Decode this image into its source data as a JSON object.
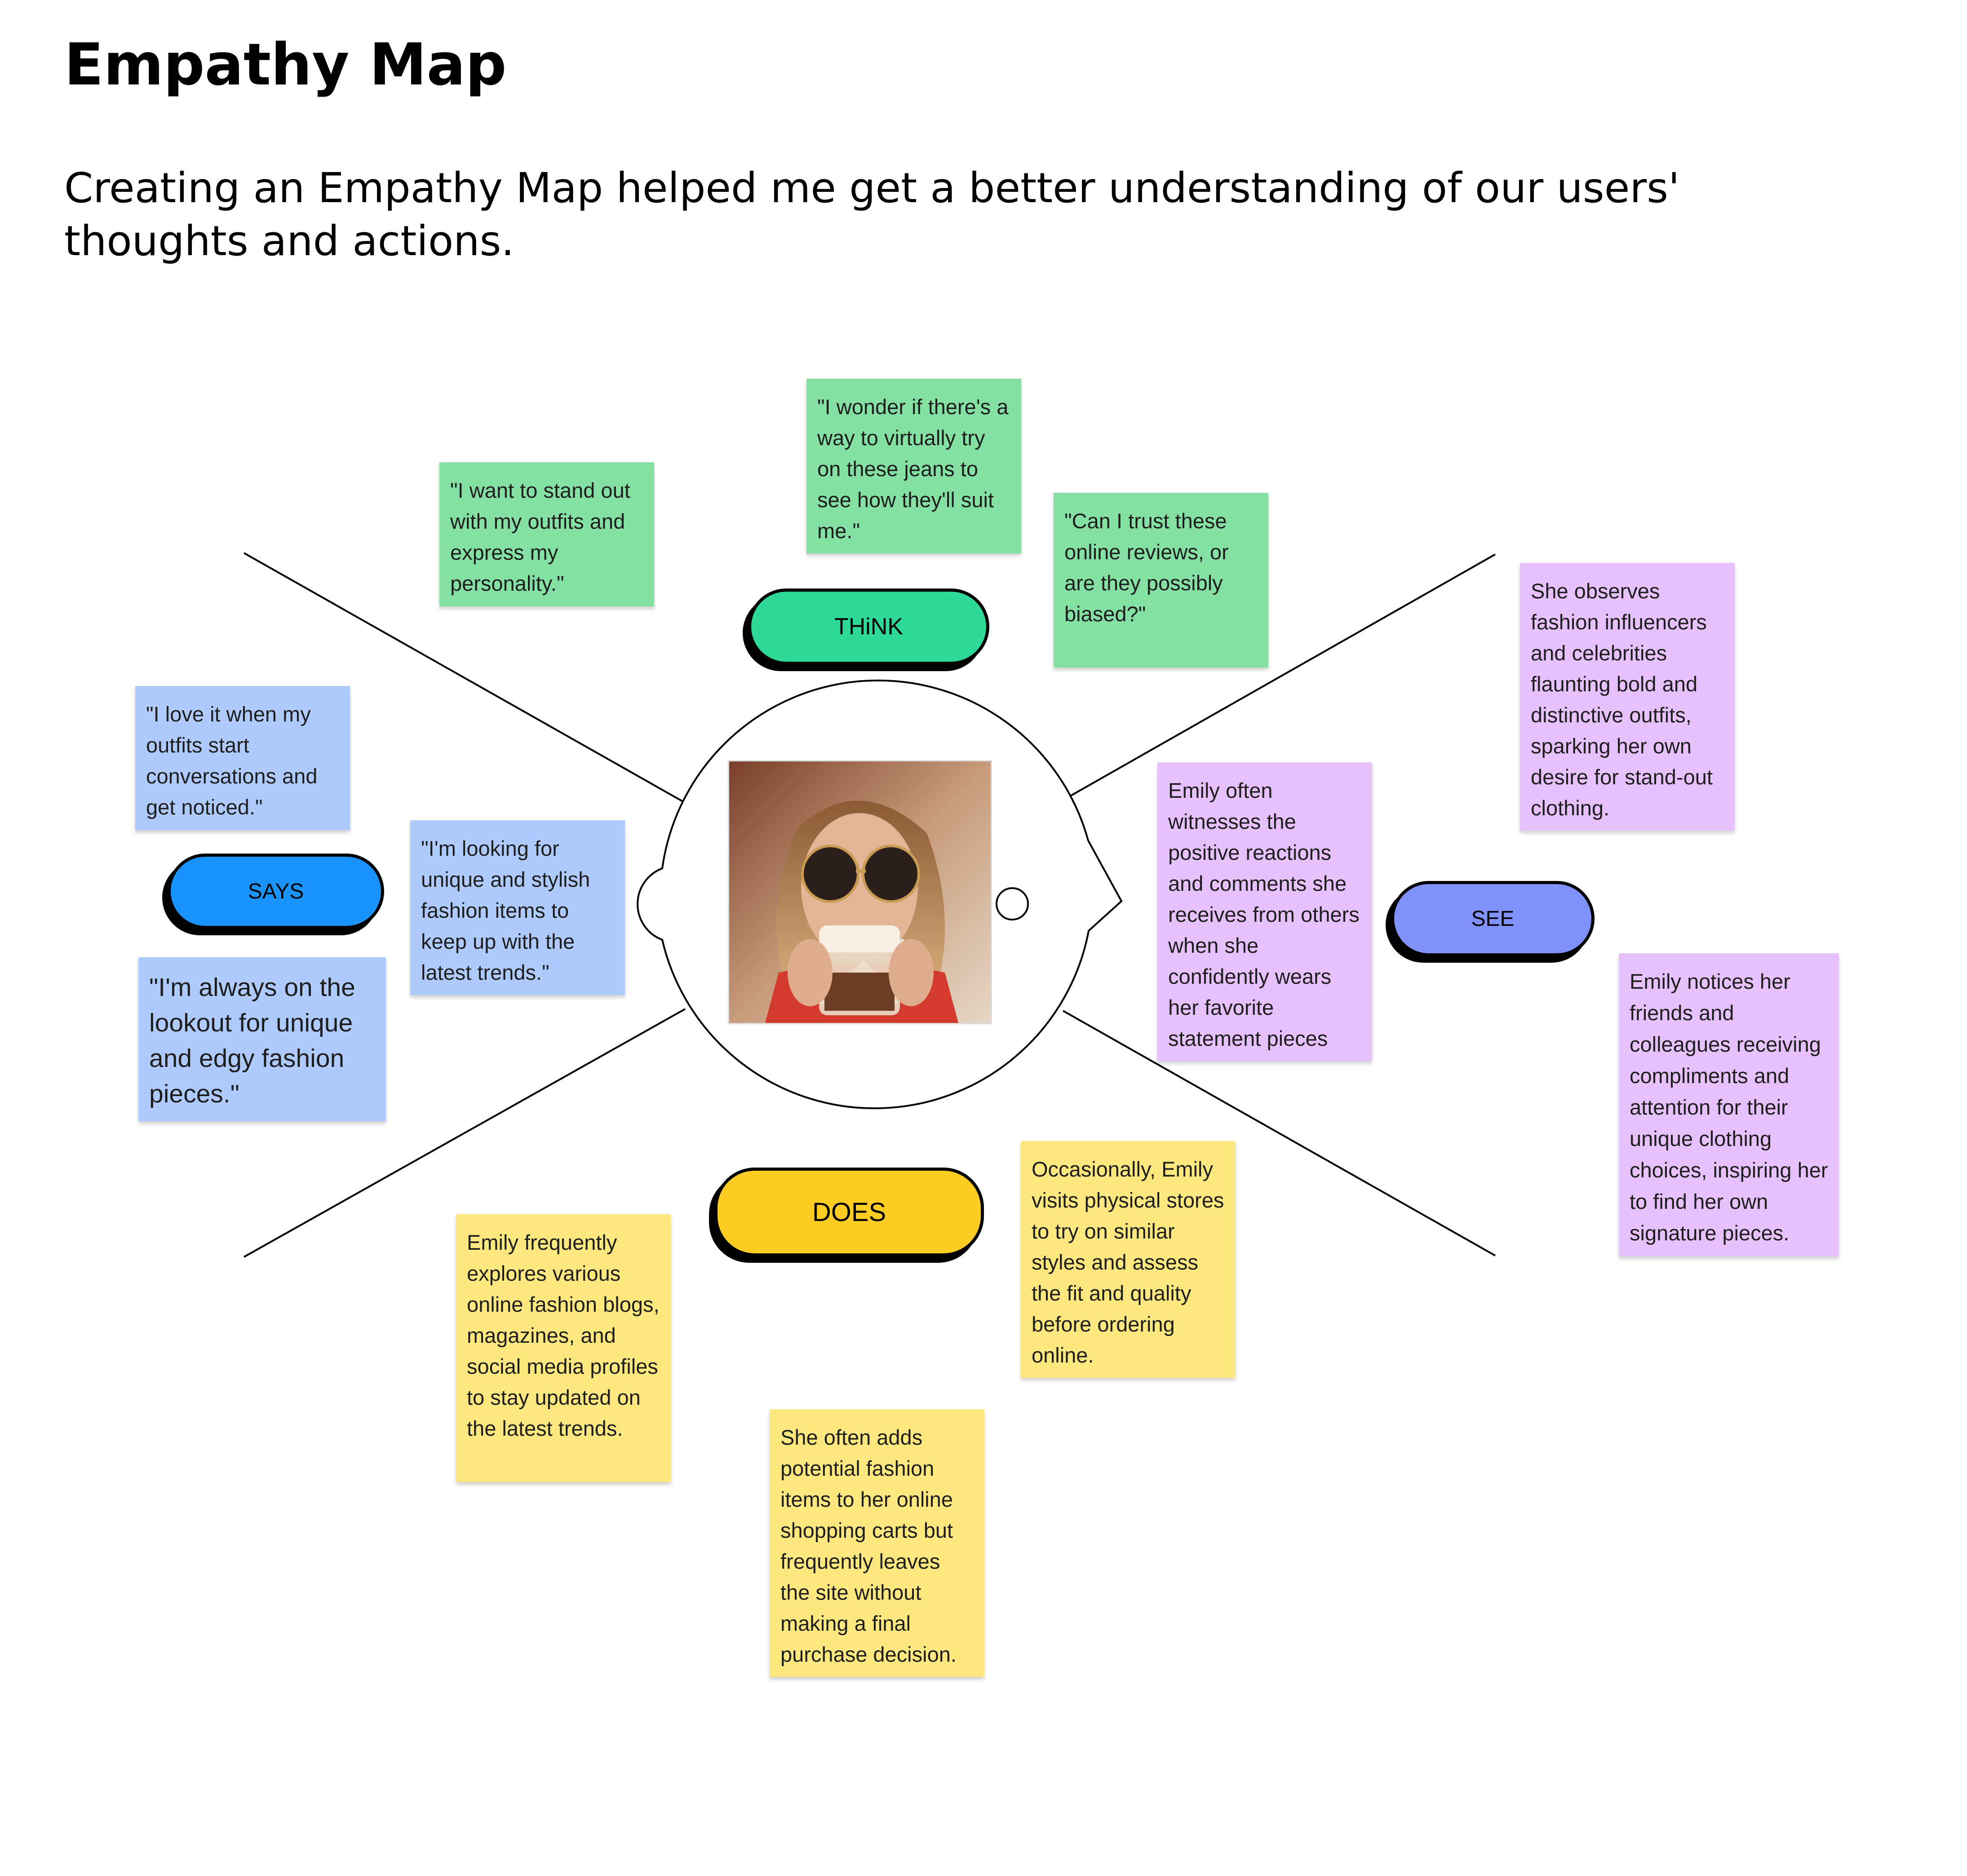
{
  "header": {
    "title": "Empathy Map",
    "subtitle": "Creating an Empathy Map helped me get a better understanding of our users' thoughts and actions."
  },
  "quadrants": {
    "think": "THiNK",
    "says": "SAYS",
    "see": "SEE",
    "does": "DOES"
  },
  "colors": {
    "think": "#2ed896",
    "says": "#1b93fc",
    "see": "#8091fa",
    "does": "#fdcd23",
    "note_green": "#85e0a3",
    "note_blue": "#afcbfe",
    "note_purple": "#e6c1fc",
    "note_yellow": "#fde880"
  },
  "notes": {
    "think": [
      "\"I want to stand out with my outfits and express my personality.\"",
      "\"I wonder if there's a way to virtually try on these jeans to see how they'll suit me.\"",
      "\"Can I trust these online reviews, or are they possibly biased?\""
    ],
    "says": [
      "\"I love it when my outfits start conversations and get noticed.\"",
      "\"I'm looking for unique and stylish fashion items to keep up with the latest trends.\"",
      "\"I'm always on the lookout for unique and edgy fashion pieces.\""
    ],
    "see": [
      "She observes fashion influencers and celebrities flaunting bold and distinctive outfits, sparking her own desire for stand-out clothing.",
      "Emily often witnesses the positive reactions and comments she receives from others when she confidently wears her favorite statement pieces",
      "Emily notices her friends and colleagues receiving compliments and attention for their unique clothing choices, inspiring her to find her own signature pieces."
    ],
    "does": [
      "Emily frequently explores various online fashion blogs, magazines, and social media profiles to stay updated on the latest trends.",
      "Occasionally, Emily visits physical stores to try on similar styles and assess the fit and quality before ordering online.",
      "She often adds potential fashion items to her online shopping carts but frequently leaves the site without making a final purchase decision."
    ]
  }
}
